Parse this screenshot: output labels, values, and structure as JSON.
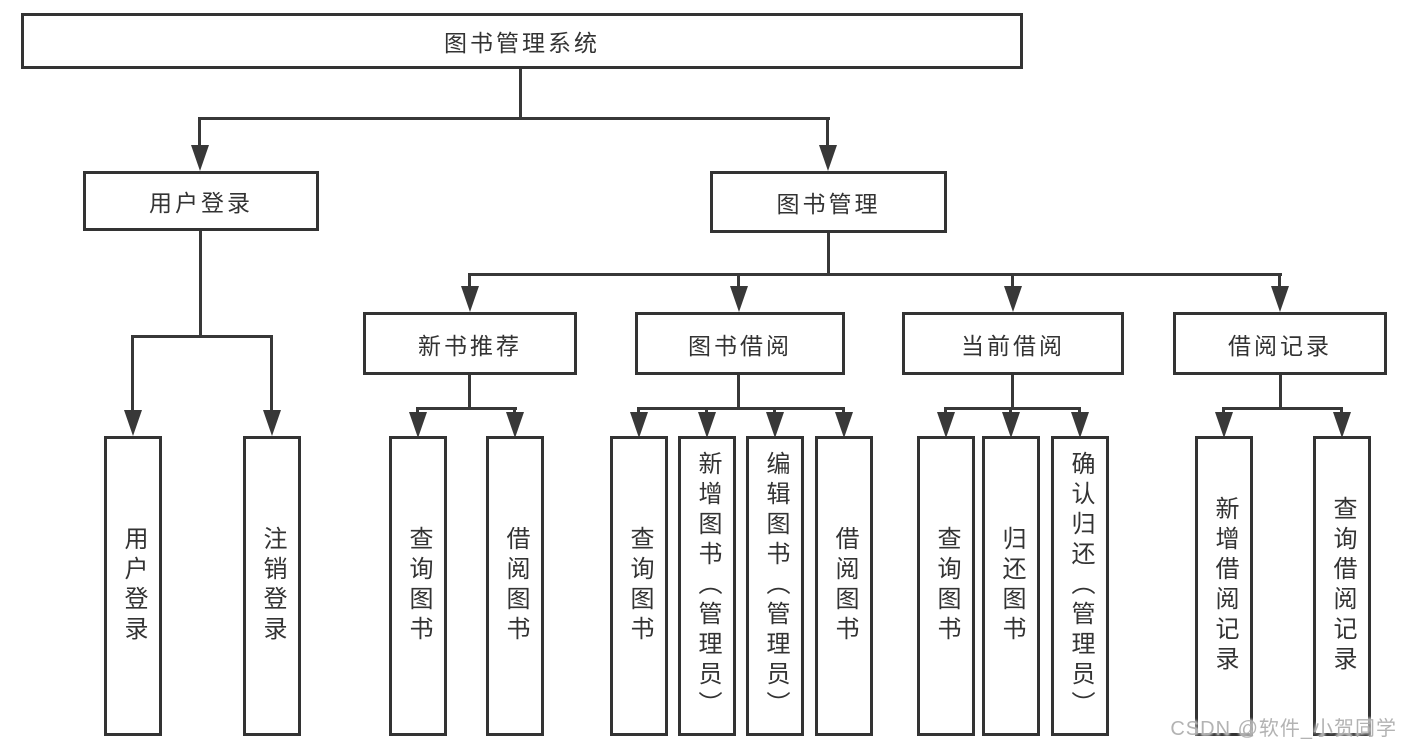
{
  "colors": {
    "line": "#383838",
    "box_border": "#333333",
    "box_fill": "#ffffff",
    "text": "#333333",
    "watermark": "#acacac",
    "background": "#ffffff"
  },
  "tree": {
    "label": "图书管理系统",
    "children": [
      {
        "label": "用户登录",
        "children": [
          {
            "label": "用户登录"
          },
          {
            "label": "注销登录"
          }
        ]
      },
      {
        "label": "图书管理",
        "children": [
          {
            "label": "新书推荐",
            "children": [
              {
                "label": "查询图书"
              },
              {
                "label": "借阅图书"
              }
            ]
          },
          {
            "label": "图书借阅",
            "children": [
              {
                "label": "查询图书"
              },
              {
                "label": "新增图书（管理员）"
              },
              {
                "label": "编辑图书（管理员）"
              },
              {
                "label": "借阅图书"
              }
            ]
          },
          {
            "label": "当前借阅",
            "children": [
              {
                "label": "查询图书"
              },
              {
                "label": "归还图书"
              },
              {
                "label": "确认归还（管理员）"
              }
            ]
          },
          {
            "label": "借阅记录",
            "children": [
              {
                "label": "新增借阅记录"
              },
              {
                "label": "查询借阅记录"
              }
            ]
          }
        ]
      }
    ]
  },
  "watermark": "CSDN @软件_小贺同学"
}
